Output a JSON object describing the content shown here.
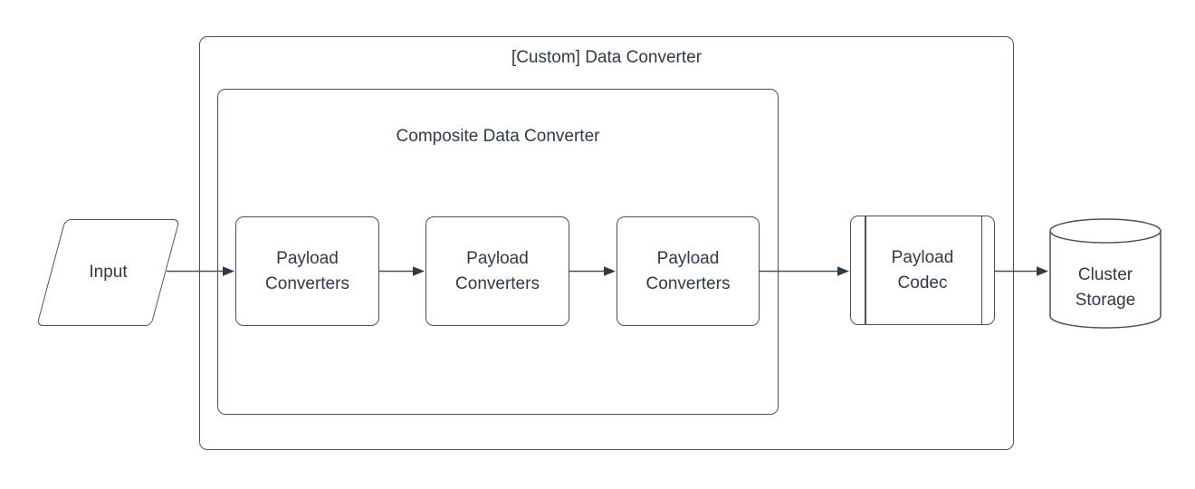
{
  "diagram": {
    "containers": {
      "outer": {
        "label": "[Custom] Data Converter"
      },
      "inner": {
        "label": "Composite Data Converter"
      }
    },
    "nodes": {
      "input": {
        "label": "Input",
        "shape": "parallelogram"
      },
      "payload_converter_1": {
        "label": "Payload Converters",
        "shape": "rounded-rect"
      },
      "payload_converter_2": {
        "label": "Payload Converters",
        "shape": "rounded-rect"
      },
      "payload_converter_3": {
        "label": "Payload Converters",
        "shape": "rounded-rect"
      },
      "payload_codec": {
        "label": "Payload Codec",
        "shape": "predefined-process"
      },
      "cluster_storage": {
        "label": "Cluster Storage",
        "shape": "cylinder"
      }
    },
    "connections": [
      {
        "from": "input",
        "to": "payload_converter_1"
      },
      {
        "from": "payload_converter_1",
        "to": "payload_converter_2"
      },
      {
        "from": "payload_converter_2",
        "to": "payload_converter_3"
      },
      {
        "from": "payload_converter_3",
        "to": "payload_codec"
      },
      {
        "from": "payload_codec",
        "to": "cluster_storage"
      }
    ],
    "colors": {
      "stroke": "#47505f",
      "text": "#2f3a49",
      "background": "#ffffff"
    }
  }
}
